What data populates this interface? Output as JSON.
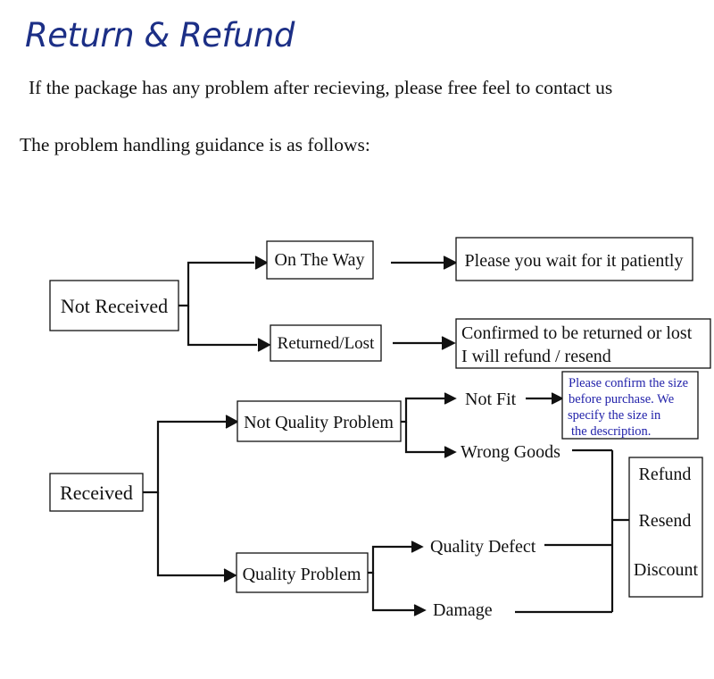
{
  "header": {
    "title": "Return & Refund",
    "intro": "If  the package has any problem after recieving, please  free feel to contact us",
    "guidance": "The problem handling guidance is as follows:"
  },
  "flowchart": {
    "not_received": {
      "label": "Not Received",
      "on_the_way": {
        "label": "On The Way",
        "result": "Please you wait for it patiently"
      },
      "returned_lost": {
        "label": "Returned/Lost",
        "result_line1": "Confirmed to be returned or lost",
        "result_line2": "I will refund / resend"
      }
    },
    "received": {
      "label": "Received",
      "not_quality_problem": {
        "label": "Not Quality Problem",
        "not_fit": "Not Fit",
        "not_fit_note": [
          "Please confirm the size",
          "before purchase. We",
          "specify the size in",
          "the description."
        ],
        "wrong_goods": "Wrong Goods"
      },
      "quality_problem": {
        "label": "Quality Problem",
        "quality_defect": "Quality Defect",
        "damage": "Damage"
      }
    },
    "solutions": [
      "Refund",
      "Resend",
      "Discount"
    ]
  }
}
